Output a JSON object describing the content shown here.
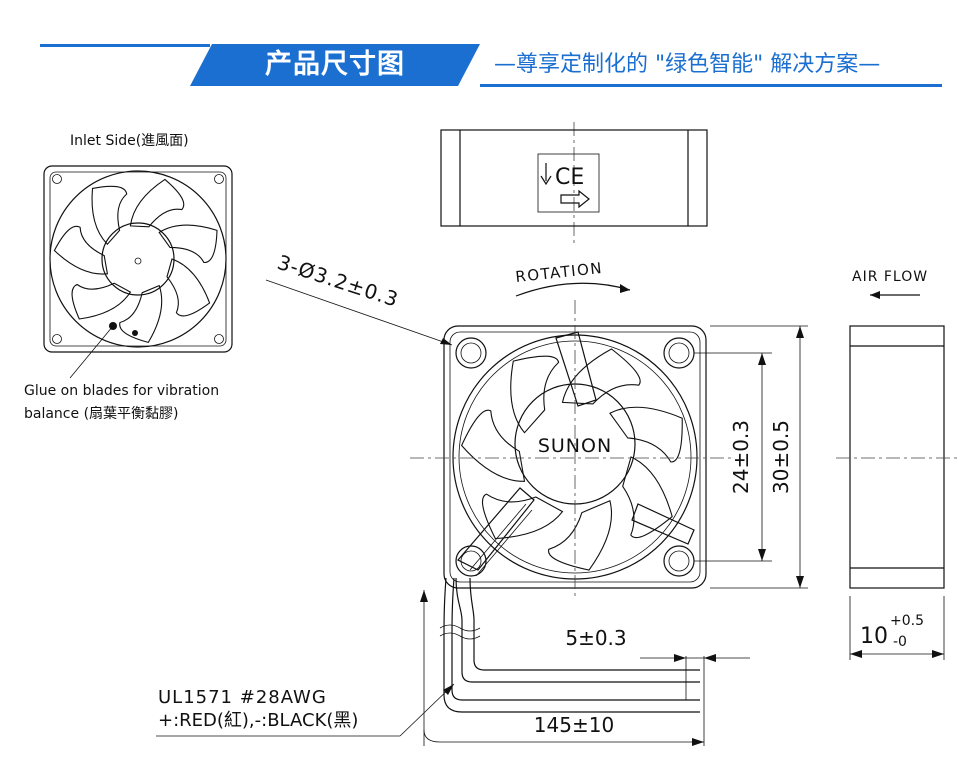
{
  "header": {
    "title": "产品尺寸图",
    "subtitle": "—尊享定制化的 \"绿色智能\" 解决方案—",
    "accent_color": "#1a6fd1"
  },
  "drawing": {
    "inlet_side": "Inlet Side(進風面)",
    "glue_note_line1": "Glue on blades for vibration",
    "glue_note_line2": "balance (扇葉平衡黏膠)",
    "hole_spec": "3-Ø3.2±0.3",
    "rotation_label": "ROTATION",
    "brand": "SUNON",
    "airflow_label": "AIR FLOW",
    "dim_hole_pitch": "24±0.3",
    "dim_frame": "30±0.5",
    "dim_thickness_base": "10",
    "dim_thickness_plus": "+0.5",
    "dim_thickness_minus": "-0",
    "dim_strip": "5±0.3",
    "dim_lead": "145±10",
    "wire_spec": "UL1571  #28AWG",
    "wire_colors": "+:RED(紅),-:BLACK(黑)",
    "label_cert": "CE",
    "icons": [
      "ce-mark-icon",
      "down-arrow-icon",
      "right-arrow-icon",
      "rotation-arrow-icon",
      "airflow-arrow-icon"
    ]
  }
}
